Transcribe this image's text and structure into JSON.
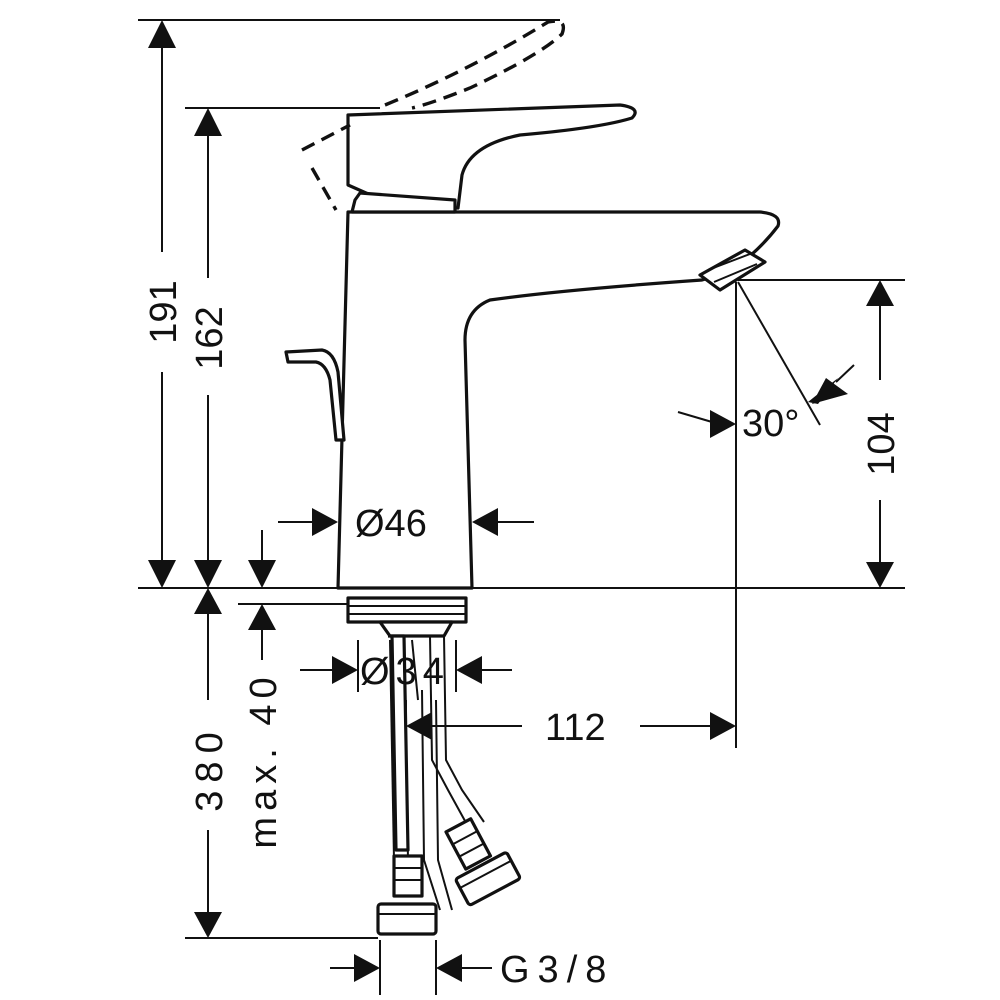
{
  "dimensions": {
    "total_height_raised": "191",
    "total_height": "162",
    "spout_height": "104",
    "spray_angle": "30°",
    "body_diameter": "Ø46",
    "mount_diameter": "Ø34",
    "projection": "112",
    "hose_length": "380",
    "max_deck_thickness": "max. 40",
    "connection_thread": "G3/8"
  },
  "colors": {
    "line": "#111111",
    "background": "#ffffff"
  }
}
